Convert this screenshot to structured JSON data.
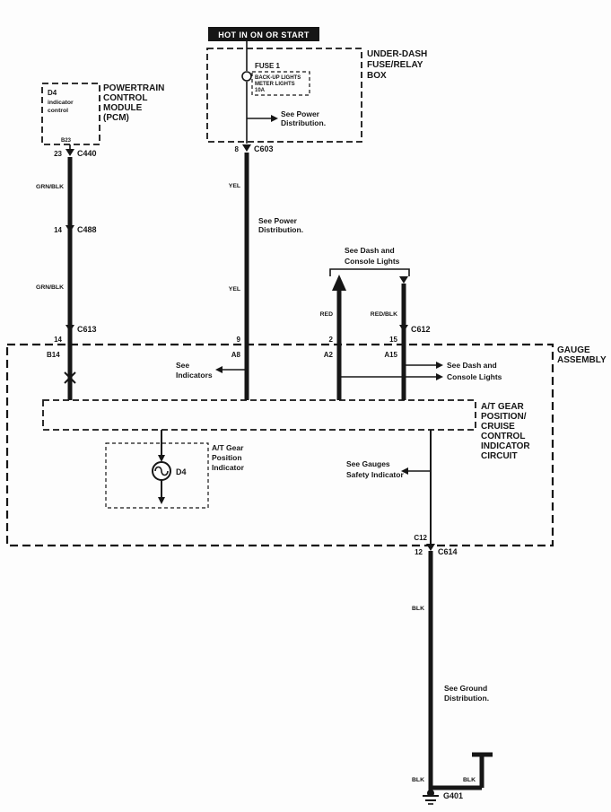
{
  "header": {
    "text": "HOT IN ON OR START"
  },
  "fuse_box": {
    "title1": "UNDER-DASH",
    "title2": "FUSE/RELAY",
    "title3": "BOX",
    "fuse_name": "FUSE 1",
    "desc1": "BACK-UP LIGHTS",
    "desc2": "METER LIGHTS",
    "desc3": "10A"
  },
  "pcm": {
    "box_line1": "D4",
    "box_line2": "indicator",
    "box_line3": "control",
    "pin": "B23",
    "title1": "POWERTRAIN",
    "title2": "CONTROL",
    "title3": "MODULE",
    "title4": "(PCM)"
  },
  "refs": {
    "see_power1": "See Power",
    "see_power2": "Distribution.",
    "see_dash1": "See Dash and",
    "see_dash2": "Console Lights",
    "see_ind1": "See",
    "see_ind2": "Indicators",
    "see_gauges1": "See Gauges",
    "see_gauges2": "Safety Indicator",
    "see_ground1": "See Ground",
    "see_ground2": "Distribution."
  },
  "wires": {
    "grn_blk": "GRN/BLK",
    "yel": "YEL",
    "red": "RED",
    "red_blk": "RED/BLK",
    "blk": "BLK"
  },
  "connectors": {
    "c440_pin": "23",
    "c440": "C440",
    "c488_pin": "14",
    "c488": "C488",
    "c613_pin": "14",
    "c613": "C613",
    "c603_pin": "8",
    "c603": "C603",
    "c612_pin_a": "2",
    "c612_pin_b": "15",
    "c612": "C612",
    "c614_pin": "12",
    "c614": "C614"
  },
  "gauge": {
    "title1": "GAUGE",
    "title2": "ASSEMBLY",
    "pin_b14": "B14",
    "pin_9": "9",
    "pin_a8": "A8",
    "pin_a2": "A2",
    "pin_a15": "A15",
    "pin_c12": "C12",
    "circuit_title1": "A/T GEAR",
    "circuit_title2": "POSITION/",
    "circuit_title3": "CRUISE",
    "circuit_title4": "CONTROL",
    "circuit_title5": "INDICATOR",
    "circuit_title6": "CIRCUIT",
    "indicator_title1": "A/T Gear",
    "indicator_title2": "Position",
    "indicator_title3": "Indicator",
    "bulb": "D4"
  },
  "ground": {
    "name": "G401"
  }
}
